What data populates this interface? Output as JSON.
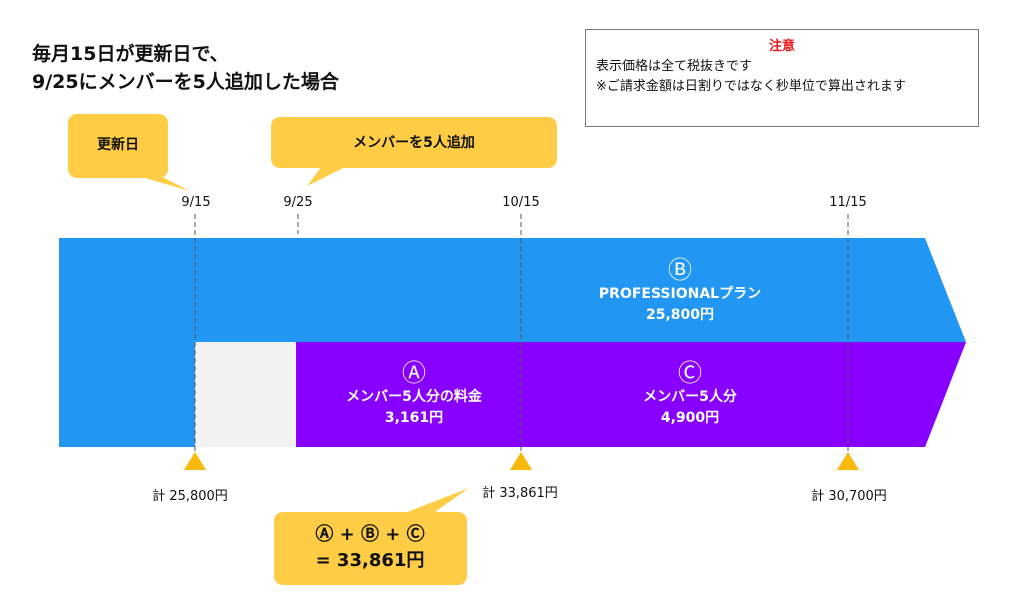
{
  "title": {
    "line1": "毎月15日が更新日で、",
    "line2": "9/25にメンバーを5人追加した場合"
  },
  "notice": {
    "heading": "注意",
    "line1": "表示価格は全て税抜きです",
    "line2": "※ご請求金額は日割りではなく秒単位で算出されます"
  },
  "callouts": {
    "renewal": "更新日",
    "add_members": "メンバーを5人追加"
  },
  "dates": [
    "9/15",
    "9/25",
    "10/15",
    "11/15"
  ],
  "segments": {
    "b": {
      "marker": "Ⓑ",
      "name": "PROFESSIONALプラン",
      "price": "25,800円"
    },
    "a": {
      "marker": "Ⓐ",
      "name": "メンバー5人分の料金",
      "price": "3,161円"
    },
    "c": {
      "marker": "Ⓒ",
      "name": "メンバー5人分",
      "price": "4,900円"
    }
  },
  "totals": [
    "計 25,800円",
    "計 33,861円",
    "計 30,700円"
  ],
  "formula": {
    "line1": "Ⓐ + Ⓑ + Ⓒ",
    "line2": "= 33,861円"
  },
  "colors": {
    "plan_bar": "#2196f3",
    "member_bar": "#8800ff",
    "gap": "#f2f2f2",
    "callout": "#fecd45",
    "marker": "#f9b90c",
    "notice_heading": "#e8191a"
  }
}
